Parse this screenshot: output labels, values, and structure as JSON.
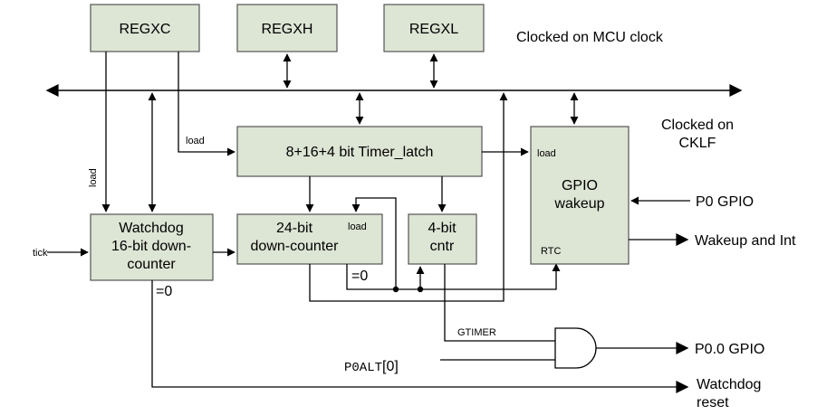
{
  "blocks": {
    "regxc": "REGXC",
    "regxh": "REGXH",
    "regxl": "REGXL",
    "timer_latch": "8+16+4 bit Timer_latch",
    "watchdog": [
      "Watchdog",
      "16-bit down-",
      "counter"
    ],
    "down_counter_24": [
      "24-bit",
      "down-counter"
    ],
    "counter_4bit": [
      "4-bit",
      "cntr"
    ],
    "gpio_wakeup": [
      "GPIO",
      "wakeup"
    ]
  },
  "labels": {
    "mcu_clock": "Clocked on MCU clock",
    "cklf": [
      "Clocked on",
      "CKLF"
    ],
    "load": "load",
    "tick": "tick",
    "eq0": "=0",
    "rtc": "RTC",
    "gtimer": "GTIMER",
    "p0alt": "P0ALT",
    "p0alt_index": "[0]"
  },
  "ios": {
    "p0_gpio": "P0 GPIO",
    "wakeup_int": "Wakeup and Int",
    "p00_gpio": "P0.0 GPIO",
    "watchdog_reset": [
      "Watchdog",
      "reset"
    ]
  }
}
